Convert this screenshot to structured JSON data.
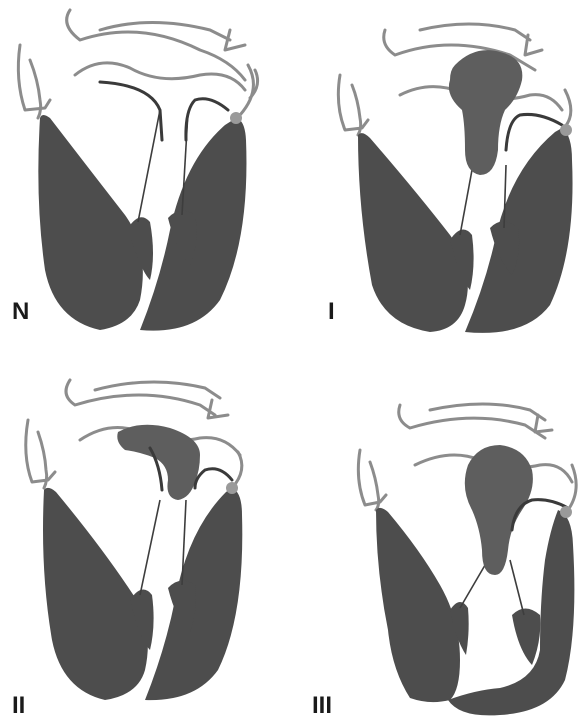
{
  "panels": [
    {
      "id": "N",
      "label": "N"
    },
    {
      "id": "I",
      "label": "I"
    },
    {
      "id": "II",
      "label": "II"
    },
    {
      "id": "III",
      "label": "III"
    }
  ]
}
